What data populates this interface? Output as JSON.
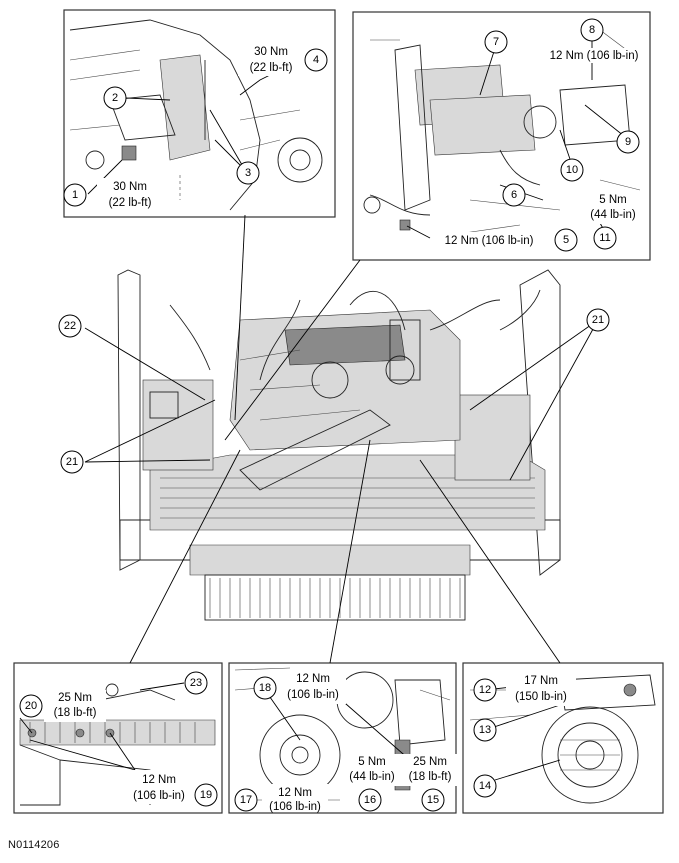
{
  "figure_id": "N0114206",
  "callouts": [
    "1",
    "2",
    "3",
    "4",
    "5",
    "6",
    "7",
    "8",
    "9",
    "10",
    "11",
    "12",
    "13",
    "14",
    "15",
    "16",
    "17",
    "18",
    "19",
    "20",
    "21",
    "22",
    "23"
  ],
  "torques": {
    "t1a": "30 Nm",
    "t1b": "(22 lb-ft)",
    "t4a": "30 Nm",
    "t4b": "(22 lb-ft)",
    "t8": "12 Nm (106 lb-in)",
    "t11a": "5 Nm",
    "t11b": "(44 lb-in)",
    "t5": "12 Nm (106 lb-in)",
    "t20a": "25 Nm",
    "t20b": "(18 lb-ft)",
    "t19a": "12 Nm",
    "t19b": "(106 lb-in)",
    "t18a": "12 Nm",
    "t18b": "(106 lb-in)",
    "t16a": "5 Nm",
    "t16b": "(44 lb-in)",
    "t15a": "25 Nm",
    "t15b": "(18 lb-ft)",
    "t17a": "12 Nm",
    "t17b": "(106 lb-in)",
    "t12a": "17 Nm",
    "t12b": "(150 lb-in)"
  }
}
